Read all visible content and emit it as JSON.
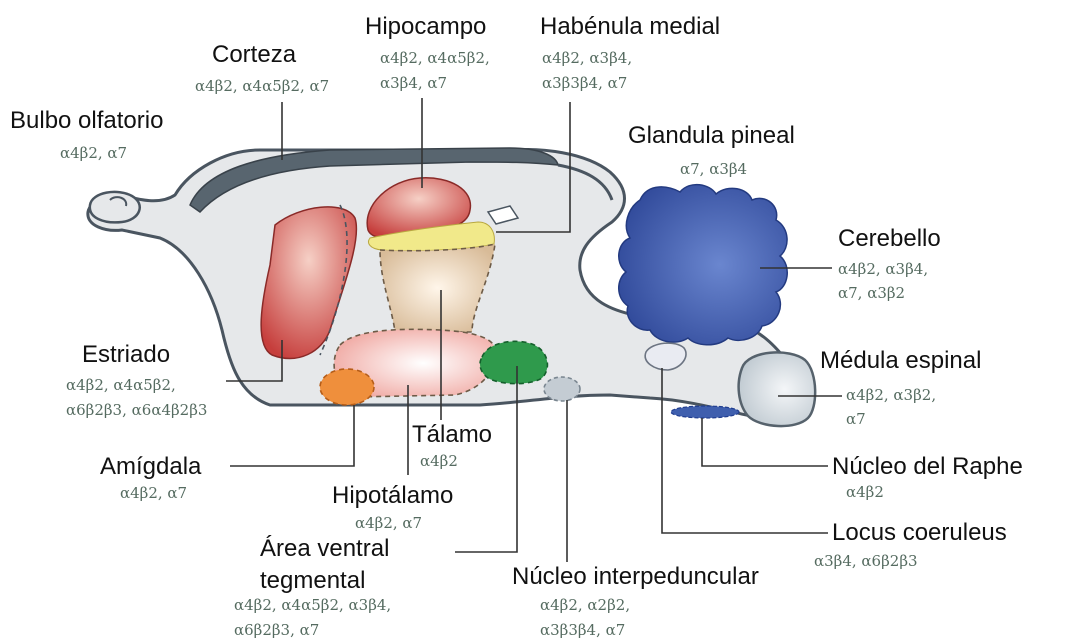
{
  "colors": {
    "outline": "#4a5560",
    "brain_fill": "#e6e8ea",
    "cortex": "#58656f",
    "striatum": "#c94a48",
    "hippocampus": "#c9504c",
    "habenula": "#f1e98a",
    "thalamus": "#ddc3a3",
    "hypothalamus": "#f0a9a3",
    "amygdala": "#ef8f3c",
    "vta": "#2f9a4c",
    "interpeduncular": "#c4ccd3",
    "cerebellum": "#3b55a5",
    "locus": "#e9ebf2",
    "raphe": "#3f5fae",
    "spinal": "#cfd6dc",
    "label_text": "#111111",
    "subunit_text": "#556b60"
  },
  "regions": [
    {
      "key": "bulbo",
      "name": "Bulbo olfatorio",
      "subunits": [
        "α4β2, α7"
      ]
    },
    {
      "key": "corteza",
      "name": "Corteza",
      "subunits": [
        "α4β2, α4α5β2, α7"
      ]
    },
    {
      "key": "hipocampo",
      "name": "Hipocampo",
      "subunits": [
        "α4β2, α4α5β2,",
        "α3β4, α7"
      ]
    },
    {
      "key": "habenula",
      "name": "Habénula medial",
      "subunits": [
        "α4β2, α3β4,",
        "α3β3β4, α7"
      ]
    },
    {
      "key": "pineal",
      "name": "Glandula pineal",
      "subunits": [
        "α7, α3β4"
      ]
    },
    {
      "key": "cerebelo",
      "name": "Cerebello",
      "subunits": [
        "α4β2, α3β4,",
        "α7, α3β2"
      ]
    },
    {
      "key": "estriado",
      "name": "Estriado",
      "subunits": [
        "α4β2, α4α5β2,",
        "α6β2β3, α6α4β2β3"
      ]
    },
    {
      "key": "medula",
      "name": "Médula espinal",
      "subunits": [
        "α4β2, α3β2,",
        "α7"
      ]
    },
    {
      "key": "talamo",
      "name": "Tálamo",
      "subunits": [
        "α4β2"
      ]
    },
    {
      "key": "amigdala",
      "name": "Amígdala",
      "subunits": [
        "α4β2, α7"
      ]
    },
    {
      "key": "raphe",
      "name": "Núcleo del Raphe",
      "subunits": [
        "α4β2"
      ]
    },
    {
      "key": "hipotalamo",
      "name": "Hipotálamo",
      "subunits": [
        "α4β2, α7"
      ]
    },
    {
      "key": "locus",
      "name": "Locus coeruleus",
      "subunits": [
        "α3β4, α6β2β3"
      ]
    },
    {
      "key": "vta",
      "name": "Área ventral tegmental",
      "name_lines": [
        "Área ventral",
        "tegmental"
      ],
      "subunits": [
        "α4β2, α4α5β2, α3β4,",
        "α6β2β3, α7"
      ]
    },
    {
      "key": "interped",
      "name": "Núcleo interpeduncular",
      "subunits": [
        "α4β2, α2β2,",
        "α3β3β4, α7"
      ]
    }
  ]
}
